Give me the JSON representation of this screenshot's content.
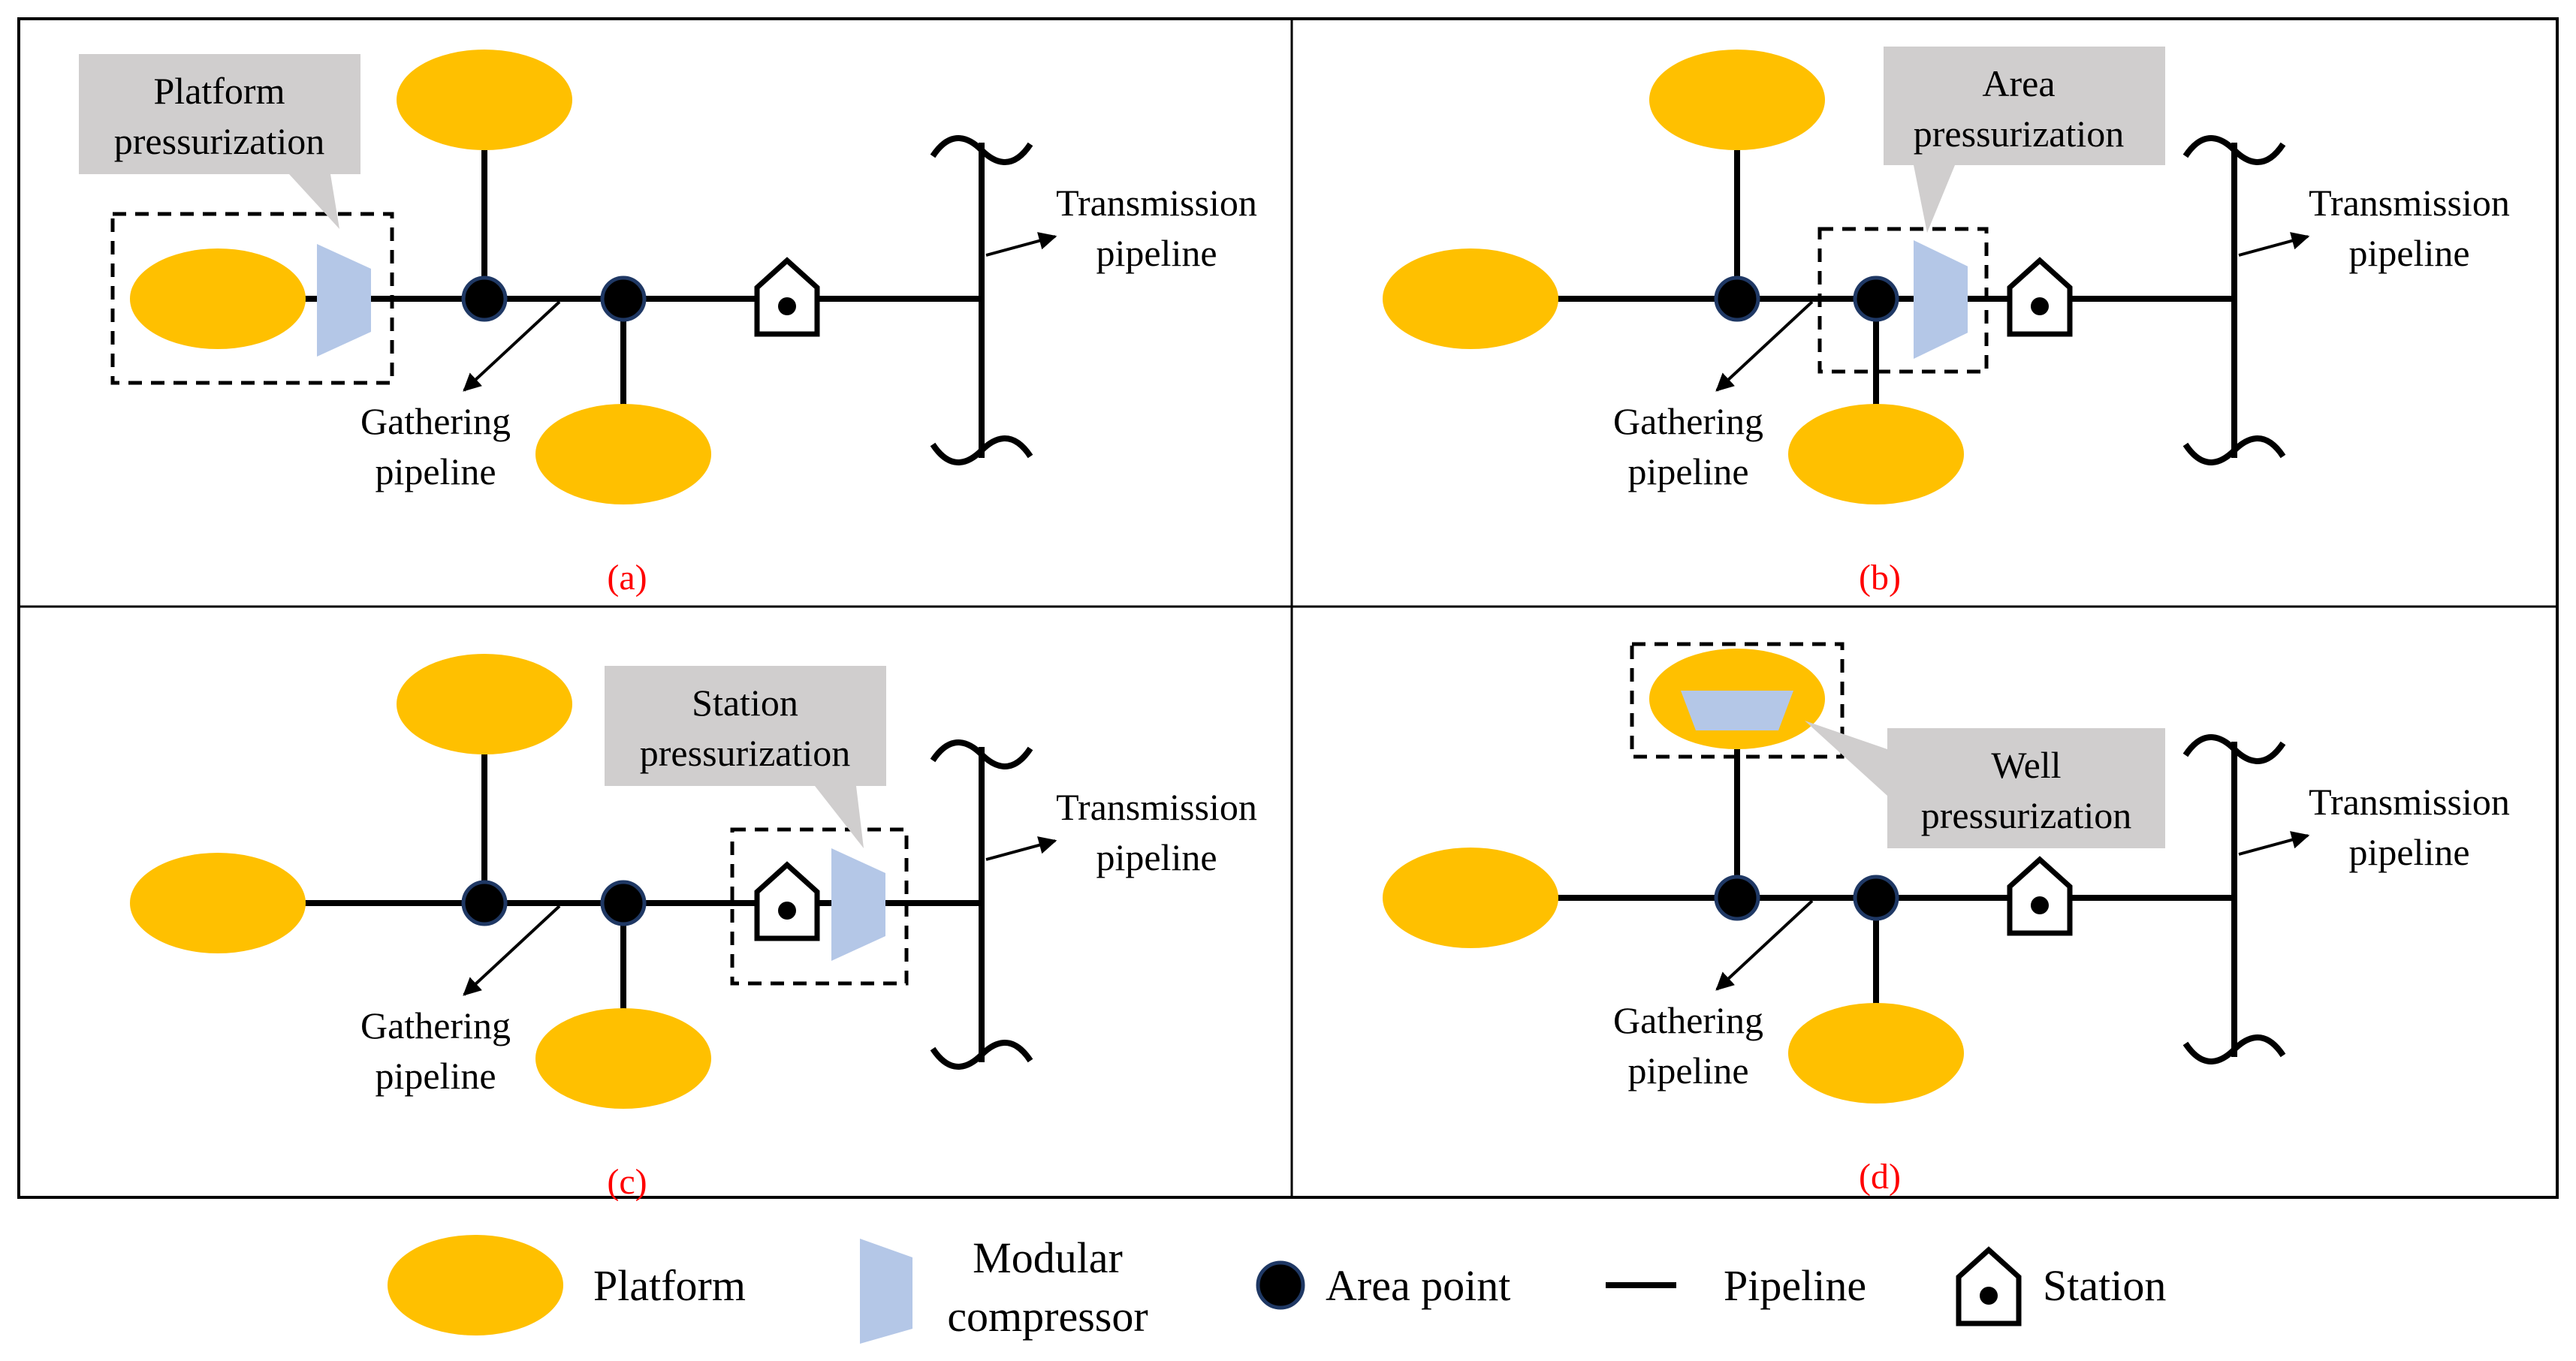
{
  "colors": {
    "platform": "#FFC000",
    "compressor": "#B4C7E7",
    "area_point": "#000000",
    "area_point_border": "#1F3864",
    "pipeline": "#000000",
    "callout": "#D0CECE",
    "caption": "#FF0000"
  },
  "icons": {
    "platform": "platform-ellipse-icon",
    "compressor": "modular-compressor-icon",
    "area_point": "area-point-icon",
    "pipeline": "pipeline-line-icon",
    "station": "station-house-icon"
  },
  "panels": [
    {
      "caption": "(a)",
      "callout": [
        "Platform",
        "pressurization"
      ],
      "gathering_label": [
        "Gathering",
        "pipeline"
      ],
      "transmission_label": [
        "Transmission",
        "pipeline"
      ]
    },
    {
      "caption": "(b)",
      "callout": [
        "Area",
        "pressurization"
      ],
      "gathering_label": [
        "Gathering",
        "pipeline"
      ],
      "transmission_label": [
        "Transmission",
        "pipeline"
      ]
    },
    {
      "caption": "(c)",
      "callout": [
        "Station",
        "pressurization"
      ],
      "gathering_label": [
        "Gathering",
        "pipeline"
      ],
      "transmission_label": [
        "Transmission",
        "pipeline"
      ]
    },
    {
      "caption": "(d)",
      "callout": [
        "Well",
        "pressurization"
      ],
      "gathering_label": [
        "Gathering",
        "pipeline"
      ],
      "transmission_label": [
        "Transmission",
        "pipeline"
      ]
    }
  ],
  "legend": {
    "platform": "Platform",
    "compressor": [
      "Modular",
      "compressor"
    ],
    "area_point": "Area point",
    "pipeline": "Pipeline",
    "station": "Station"
  }
}
